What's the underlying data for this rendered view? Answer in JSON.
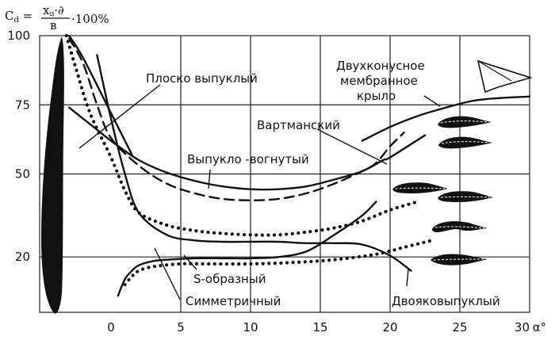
{
  "chart_data": {
    "type": "line",
    "ylabel": "Cd = xц·∂ / в · 100%",
    "xlabel": "α°",
    "xlim": [
      -3.5,
      30
    ],
    "ylim": [
      0,
      100
    ],
    "grid": true,
    "xticks": [
      0,
      5,
      10,
      15,
      20,
      25,
      30
    ],
    "yticks": [
      20,
      50,
      75,
      100
    ],
    "series": [
      {
        "name": "Плоско выпуклый",
        "style": "solid",
        "x": [
          -1,
          0,
          1,
          2,
          4,
          6,
          8,
          10,
          12,
          14,
          16,
          18,
          20,
          21.5
        ],
        "y": [
          93,
          70,
          50,
          36,
          28,
          26,
          25.5,
          25.5,
          25.5,
          25,
          25,
          24.5,
          20.5,
          15
        ]
      },
      {
        "name": "Выпукло-вогнутый",
        "style": "dashed",
        "x": [
          -3,
          -2,
          -1,
          0,
          2,
          4,
          6,
          8,
          10,
          12,
          14,
          16,
          18,
          19,
          20,
          21
        ],
        "y": [
          99,
          90,
          75,
          63,
          53,
          46.5,
          43,
          41,
          40.5,
          41,
          43,
          46.5,
          51,
          54,
          60,
          65
        ]
      },
      {
        "name": "Вартманский",
        "style": "solid",
        "x": [
          -3,
          -1,
          0,
          2,
          4,
          6,
          8,
          10,
          12,
          14,
          16,
          18,
          19.5,
          20,
          22.5
        ],
        "y": [
          74,
          66,
          62,
          55,
          50.5,
          47.5,
          45.5,
          44.5,
          44.5,
          45.5,
          48,
          51,
          55,
          56,
          64
        ]
      },
      {
        "name": "Двухконусное мембранное крыло",
        "style": "solid",
        "x": [
          18,
          20,
          22,
          24,
          26,
          28,
          30
        ],
        "y": [
          62,
          67,
          71,
          74,
          76.5,
          77.5,
          78
        ]
      },
      {
        "name": "",
        "style": "solid",
        "x": [
          -3,
          -2,
          0,
          1,
          1.5
        ],
        "y": [
          100,
          92,
          72,
          62,
          57
        ]
      },
      {
        "name": "",
        "style": "dotted",
        "x": [
          -3.2,
          -2.5,
          -1.5,
          0,
          1,
          2,
          4,
          6,
          8,
          10,
          12,
          14,
          16,
          18,
          20,
          22
        ],
        "y": [
          100,
          88,
          72,
          56,
          44,
          36,
          31.5,
          29.5,
          28.5,
          28,
          28,
          29,
          30.5,
          33,
          37,
          40
        ]
      },
      {
        "name": "Двояковыпуклый",
        "style": "dotted",
        "x": [
          1,
          1.5,
          2,
          3,
          5,
          7,
          10,
          13,
          16,
          19,
          21,
          23
        ],
        "y": [
          10,
          13,
          15,
          16.5,
          17.5,
          17.5,
          17.5,
          18,
          19,
          21,
          23.5,
          26
        ]
      },
      {
        "name": "Симметричный",
        "style": "solid",
        "x": [
          0.5,
          1,
          1.5,
          2,
          3,
          4,
          6,
          8,
          10,
          12,
          14,
          16,
          18,
          19
        ],
        "y": [
          6,
          12,
          15,
          17,
          18.5,
          19,
          19.5,
          19.5,
          19.5,
          20,
          22,
          28,
          35,
          40
        ]
      }
    ],
    "annotations": [
      {
        "text": "Плоско выпуклый"
      },
      {
        "text": "Двухконусное"
      },
      {
        "text": "мембранное"
      },
      {
        "text": "крыло"
      },
      {
        "text": "Вартманский"
      },
      {
        "text": "Выпукло -вогнутый"
      },
      {
        "text": "S-образный"
      },
      {
        "text": "Симметричный"
      },
      {
        "text": "Двояковыпуклый"
      }
    ]
  }
}
